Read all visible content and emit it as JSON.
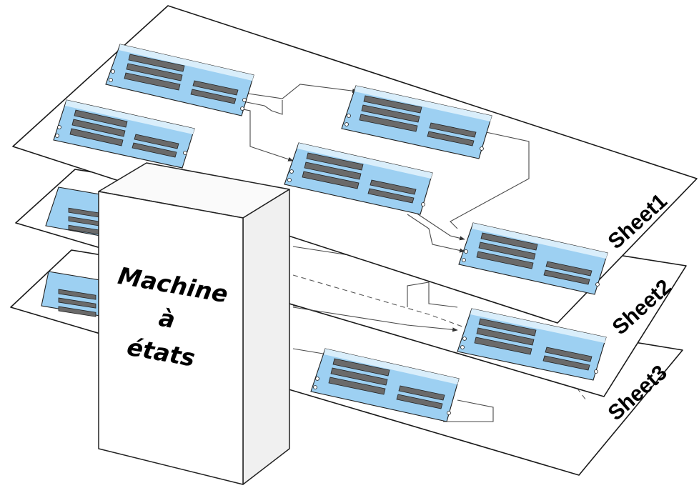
{
  "sheets": [
    {
      "id": "sheet1",
      "label": "Sheet1"
    },
    {
      "id": "sheet2",
      "label": "Sheet2"
    },
    {
      "id": "sheet3",
      "label": "Sheet3"
    }
  ],
  "state_machine": {
    "line1": "Machine",
    "line2": "à",
    "line3": "états"
  },
  "colors": {
    "node_fill": "#9dd0f2",
    "node_header": "#d9eefb",
    "node_bar": "#6a6a6a",
    "outline": "#1a1a1a"
  }
}
